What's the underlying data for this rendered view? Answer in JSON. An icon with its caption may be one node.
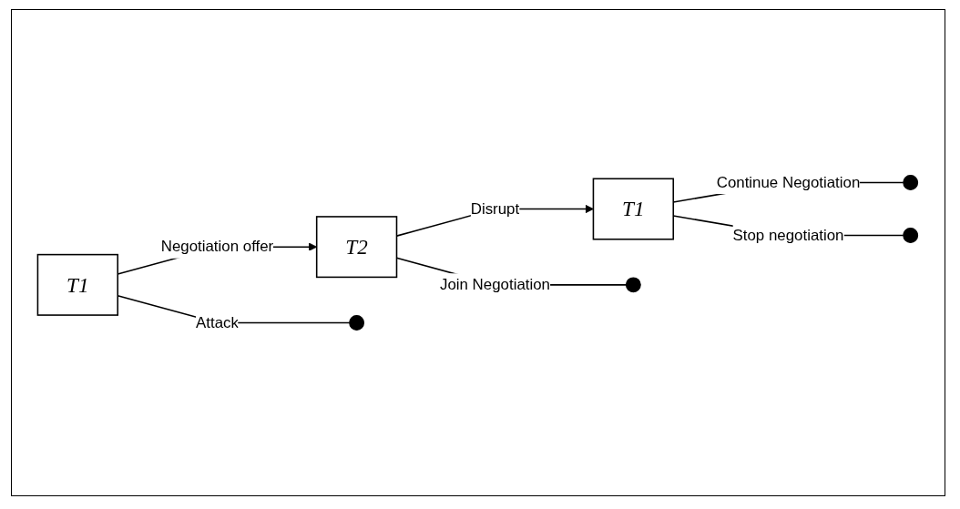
{
  "diagram": {
    "nodes": [
      {
        "text": [
          "T1"
        ]
      },
      {
        "text": [
          "T2"
        ]
      },
      {
        "text": [
          "T1"
        ]
      },
      {
        "text": [],
        "shape": "circle"
      },
      {
        "text": [],
        "shape": "circle"
      },
      {
        "text": [],
        "shape": "circle"
      },
      {
        "text": [],
        "shape": "circle"
      }
    ],
    "edges": [
      {
        "from": 0,
        "to": 1,
        "arrow": "to",
        "label": "Negotiation offer"
      },
      {
        "from": 0,
        "to": 6,
        "arrow": "none",
        "label": "Attack"
      },
      {
        "from": 1,
        "to": 3,
        "arrow": "none",
        "label": "Join Negotiation"
      },
      {
        "from": 1,
        "to": 2,
        "arrow": "to",
        "label": "Disrupt"
      },
      {
        "from": 2,
        "to": 4,
        "arrow": "none",
        "label": "Continue Negotiation"
      },
      {
        "from": 2,
        "to": 5,
        "arrow": "none",
        "label": "Stop negotiation"
      }
    ]
  }
}
